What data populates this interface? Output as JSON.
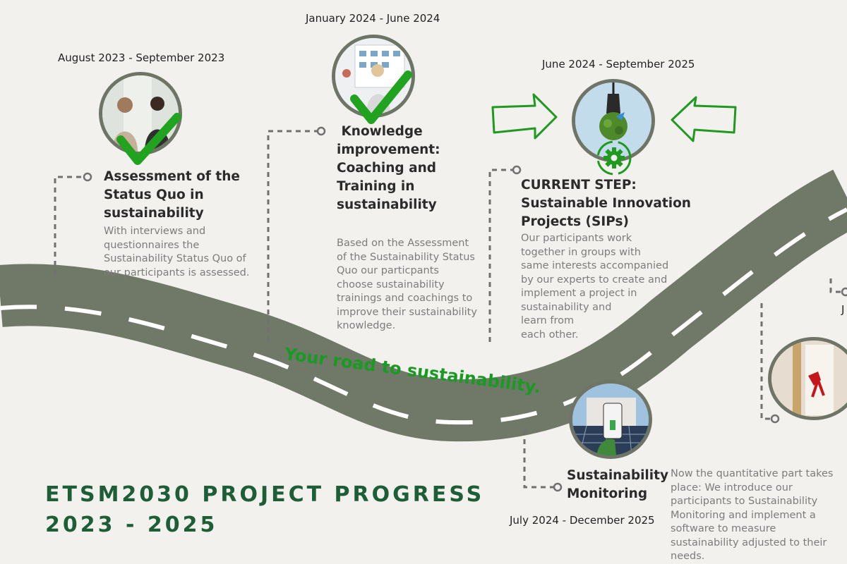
{
  "title": "ETSM2030 PROJECT PROGRESS 2023 - 2025",
  "title_line1": "ETSM2030 PROJECT PROGRESS",
  "title_line2": "2023 - 2025",
  "road_slogan": "Your road to sustainability.",
  "colors": {
    "road": "#707867",
    "title": "#1d5e36",
    "check": "#22a31f",
    "background": "#f3f1ee"
  },
  "steps": [
    {
      "date": "August 2023 - September 2023",
      "heading_lines": [
        "Assessment of the",
        "Status Quo in",
        "sustainability"
      ],
      "description_lines": [
        "With interviews and",
        "questionnaires the",
        "Sustainability Status Quo of",
        "our participants is assessed."
      ],
      "status_icon": "checkmark-icon"
    },
    {
      "date": "January 2024 - June 2024",
      "heading_lines": [
        " Knowledge",
        "improvement:",
        "Coaching and",
        "Training in",
        "sustainability"
      ],
      "description_lines": [
        "Based on the Assessment",
        "of the Sustainability Status",
        "Quo our particpants",
        "choose sustainability",
        "trainings and coachings to",
        "improve their sustainability",
        "knowledge."
      ],
      "status_icon": "checkmark-icon"
    },
    {
      "date": "June 2024 - September 2025",
      "heading_lines": [
        "CURRENT STEP:",
        "Sustainable Innovation",
        "Projects (SIPs)"
      ],
      "description_lines": [
        "Our participants work",
        "together in groups with",
        "same interests accompanied",
        "by our experts to create and",
        "implement a project in",
        "sustainability and",
        "learn from",
        "each other."
      ],
      "status_icon": "gear-icon"
    },
    {
      "date": "July 2024 - December 2025",
      "heading_lines": [
        "Sustainability",
        "Monitoring"
      ],
      "description_lines": [
        "Now the quantitative part takes",
        "place: We introduce our",
        "participants to Sustainability",
        "Monitoring and implement a",
        "software to measure",
        "sustainability adjusted to their",
        "needs."
      ]
    },
    {
      "date_fragment": "J"
    }
  ]
}
